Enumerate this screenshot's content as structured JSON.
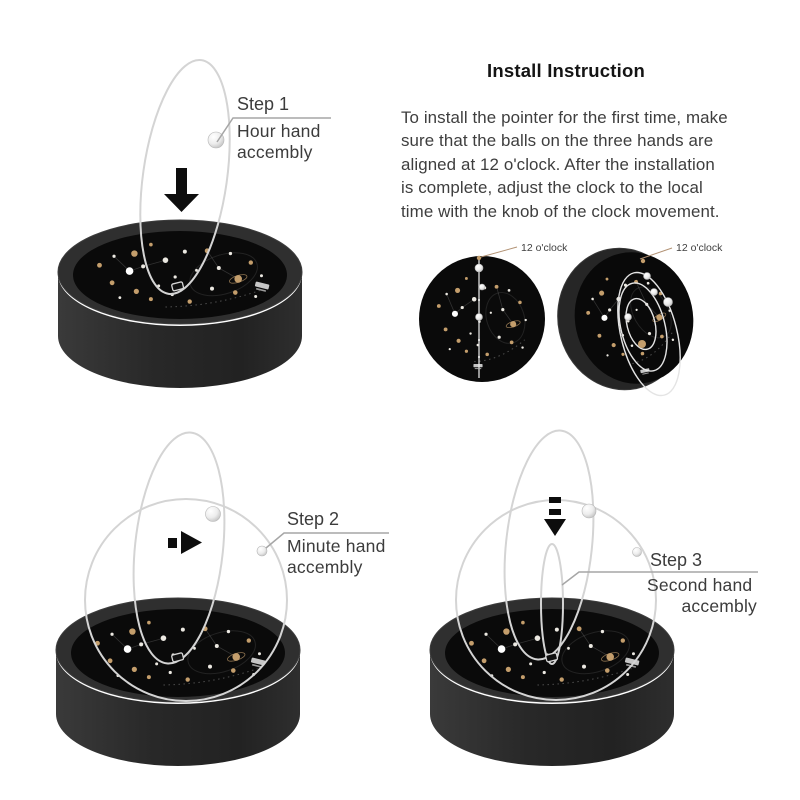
{
  "header": {
    "title": "Install Instruction"
  },
  "instructions": {
    "lines": [
      "To install the pointer for the first time, make",
      "sure that the balls on the three hands are",
      "aligned at 12 o'clock. After the installation",
      "is complete, adjust the clock to the local",
      "time with the knob of the clock movement."
    ]
  },
  "steps": [
    {
      "label": "Step 1",
      "caption_line1": "Hour hand",
      "caption_line2": "accembly"
    },
    {
      "label": "Step 2",
      "caption_line1": "Minute hand",
      "caption_line2": "accembly"
    },
    {
      "label": "Step 3",
      "caption_line1": "Second hand",
      "caption_line2": "accembly"
    }
  ],
  "alignment_labels": {
    "front_view": "12 o'clock",
    "side_view": "12 o'clock"
  },
  "colors": {
    "text_primary": "#3c3c3c",
    "heading": "#141414",
    "clock_body": "#2b2b2b",
    "clock_face": "#0a0a0a",
    "star_tan": "#c49e6c",
    "star_white": "#ece9e2",
    "wire": "#d4d4d4",
    "leader_line": "#a6a6a6",
    "label_leader_tan": "#b29274"
  }
}
